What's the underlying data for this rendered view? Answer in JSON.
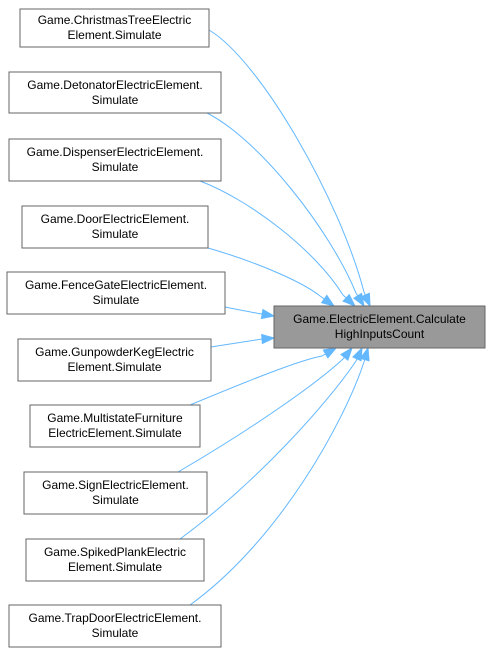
{
  "target": {
    "lines": [
      "Game.ElectricElement.Calculate",
      "HighInputsCount"
    ]
  },
  "callers": [
    {
      "lines": [
        "Game.ChristmasTreeElectric",
        "Element.Simulate"
      ]
    },
    {
      "lines": [
        "Game.DetonatorElectricElement.",
        "Simulate"
      ]
    },
    {
      "lines": [
        "Game.DispenserElectricElement.",
        "Simulate"
      ]
    },
    {
      "lines": [
        "Game.DoorElectricElement.",
        "Simulate"
      ]
    },
    {
      "lines": [
        "Game.FenceGateElectricElement.",
        "Simulate"
      ]
    },
    {
      "lines": [
        "Game.GunpowderKegElectric",
        "Element.Simulate"
      ]
    },
    {
      "lines": [
        "Game.MultistateFurniture",
        "ElectricElement.Simulate"
      ]
    },
    {
      "lines": [
        "Game.SignElectricElement.",
        "Simulate"
      ]
    },
    {
      "lines": [
        "Game.SpikedPlankElectric",
        "Element.Simulate"
      ]
    },
    {
      "lines": [
        "Game.TrapDoorElectricElement.",
        "Simulate"
      ]
    }
  ],
  "colors": {
    "edge": "#63b8ff",
    "node_border": "#666666",
    "node_fill": "#ffffff",
    "target_fill": "#999999",
    "target_border": "#666666"
  }
}
